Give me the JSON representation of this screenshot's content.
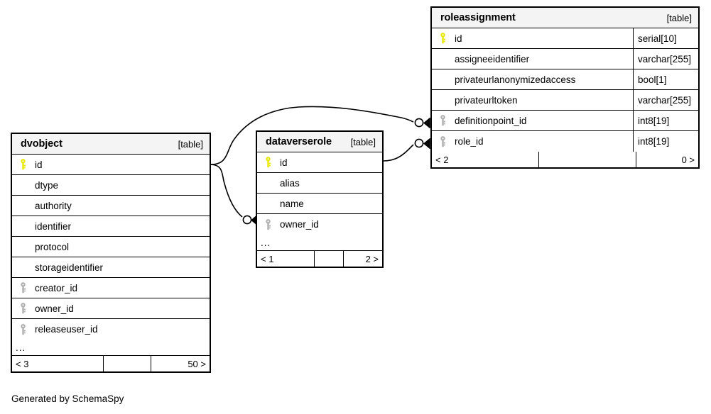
{
  "diagram": {
    "kind_label": "[table]",
    "credit": "Generated by SchemaSpy",
    "ellipsis": "...",
    "colors": {
      "primary_key": "#e8e800",
      "foreign_key": "#b0b0b0",
      "header_bg": "#f4f4f4",
      "border": "#000000",
      "background": "#ffffff"
    }
  },
  "tables": {
    "dvobject": {
      "name": "dvobject",
      "kind": "[table]",
      "columns": [
        {
          "key": "primary",
          "name": "id",
          "type": ""
        },
        {
          "key": "none",
          "name": "dtype",
          "type": ""
        },
        {
          "key": "none",
          "name": "authority",
          "type": ""
        },
        {
          "key": "none",
          "name": "identifier",
          "type": ""
        },
        {
          "key": "none",
          "name": "protocol",
          "type": ""
        },
        {
          "key": "none",
          "name": "storageidentifier",
          "type": ""
        },
        {
          "key": "foreign",
          "name": "creator_id",
          "type": ""
        },
        {
          "key": "foreign",
          "name": "owner_id",
          "type": ""
        },
        {
          "key": "foreign",
          "name": "releaseuser_id",
          "type": ""
        }
      ],
      "has_more": true,
      "footer": {
        "left": "< 3",
        "middle": "",
        "right": "50 >"
      }
    },
    "dataverserole": {
      "name": "dataverserole",
      "kind": "[table]",
      "columns": [
        {
          "key": "primary",
          "name": "id",
          "type": ""
        },
        {
          "key": "none",
          "name": "alias",
          "type": ""
        },
        {
          "key": "none",
          "name": "name",
          "type": ""
        },
        {
          "key": "foreign",
          "name": "owner_id",
          "type": ""
        }
      ],
      "has_more": true,
      "footer": {
        "left": "< 1",
        "middle": "",
        "right": "2 >"
      }
    },
    "roleassignment": {
      "name": "roleassignment",
      "kind": "[table]",
      "columns": [
        {
          "key": "primary",
          "name": "id",
          "type": "serial[10]"
        },
        {
          "key": "none",
          "name": "assigneeidentifier",
          "type": "varchar[255]"
        },
        {
          "key": "none",
          "name": "privateurlanonymizedaccess",
          "type": "bool[1]"
        },
        {
          "key": "none",
          "name": "privateurltoken",
          "type": "varchar[255]"
        },
        {
          "key": "foreign",
          "name": "definitionpoint_id",
          "type": "int8[19]"
        },
        {
          "key": "foreign",
          "name": "role_id",
          "type": "int8[19]"
        }
      ],
      "has_more": false,
      "footer": {
        "left": "< 2",
        "middle": "",
        "right": "0 >"
      }
    }
  },
  "relationships": [
    {
      "name": "dvobject-to-roleassignment-definitionpoint",
      "from": "dvobject.id",
      "to": "roleassignment.definitionpoint_id"
    },
    {
      "name": "dvobject-to-dataverserole-owner",
      "from": "dvobject.id",
      "to": "dataverserole.owner_id"
    },
    {
      "name": "dataverserole-to-roleassignment-role",
      "from": "dataverserole.id",
      "to": "roleassignment.role_id"
    }
  ]
}
